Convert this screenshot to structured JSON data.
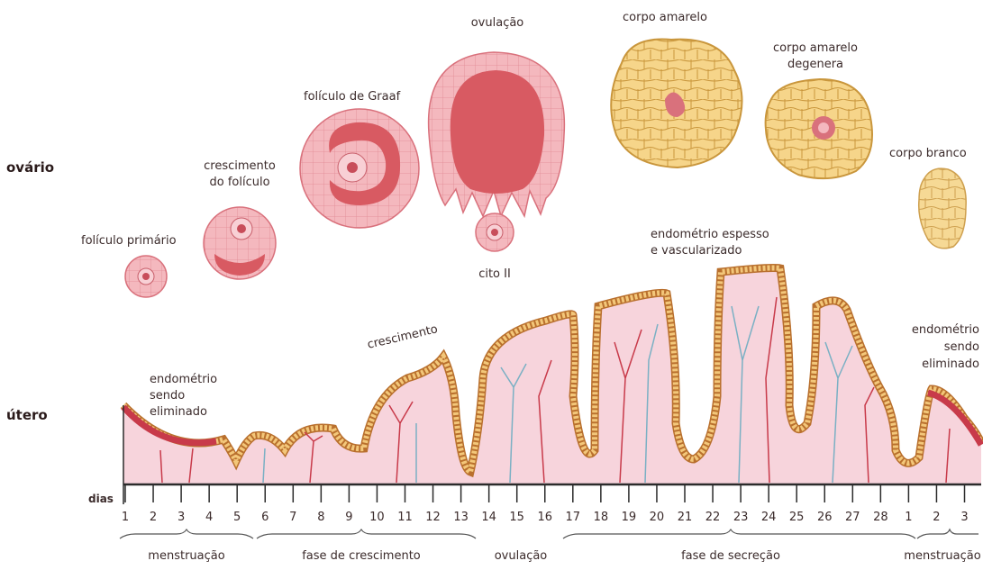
{
  "rows": {
    "ovary": "ovário",
    "uterus": "útero"
  },
  "ovary_labels": {
    "primary_follicle": "folículo primário",
    "growth_line1": "crescimento",
    "growth_line2": "do folículo",
    "graaf": "folículo de Graaf",
    "ovulation": "ovulação",
    "oocyte": "cito II",
    "corpus_luteum": "corpo amarelo",
    "degenerating_line1": "corpo amarelo",
    "degenerating_line2": "degenera",
    "corpus_albicans": "corpo branco"
  },
  "uterus_labels": {
    "shed_left_l1": "endométrio",
    "shed_left_l2": "sendo",
    "shed_left_l3": "eliminado",
    "growth": "crescimento",
    "thick_l1": "endométrio espesso",
    "thick_l2": "e vascularizado",
    "shed_right_l1": "endométrio",
    "shed_right_l2": "sendo",
    "shed_right_l3": "eliminado"
  },
  "days_label": "dias",
  "days": [
    "1",
    "2",
    "3",
    "4",
    "5",
    "6",
    "7",
    "8",
    "9",
    "10",
    "11",
    "12",
    "13",
    "14",
    "15",
    "16",
    "17",
    "18",
    "19",
    "20",
    "21",
    "22",
    "23",
    "24",
    "25",
    "26",
    "27",
    "28",
    "1",
    "2",
    "3"
  ],
  "phases": [
    "menstruação",
    "fase de crescimento",
    "ovulação",
    "fase de secreção",
    "menstruação"
  ],
  "colors": {
    "follicle_fill": "#f4b8be",
    "follicle_edge": "#d9717c",
    "follicle_cavity": "#d85a62",
    "luteum_fill": "#f6d58a",
    "luteum_edge": "#c9963c",
    "endometrium": "#f7d4dc",
    "endometrium_edge": "#e2a24e",
    "vessel_red": "#c83a4a",
    "vessel_blue": "#7ab0c4",
    "axis": "#2b2b2b"
  }
}
